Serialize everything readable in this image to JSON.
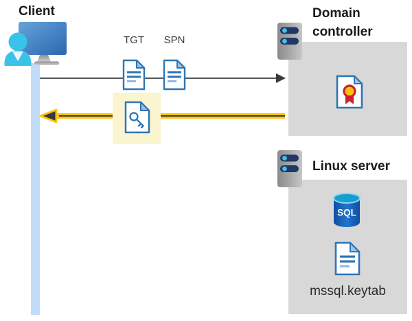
{
  "client": {
    "label": "Client"
  },
  "tickets": {
    "tgt_label": "TGT",
    "spn_label": "SPN"
  },
  "domain_controller": {
    "label": "Domain controller"
  },
  "linux_server": {
    "label": "Linux server",
    "sql_badge": "SQL",
    "keytab_label": "mssql.keytab"
  },
  "flow": {
    "request_direction": "client-to-domain-controller",
    "response_direction": "domain-controller-to-client"
  },
  "icons": {
    "client": "person-at-monitor",
    "tgt": "document",
    "spn": "document",
    "service_ticket": "document-with-key",
    "certificate": "document-with-seal",
    "server": "server-tower",
    "database": "sql-database-cylinder",
    "keytab": "document"
  },
  "colors": {
    "panel_gray": "#d8d8d8",
    "lifeline_blue": "#c2dbf7",
    "icon_blue": "#2e75b6",
    "request_arrow": "#55565a",
    "response_arrow_yellow": "#ffc60d",
    "highlight_yellow": "#fbf4d1",
    "person_cyan": "#39c3e9",
    "server_slot_navy": "#1f3864"
  }
}
